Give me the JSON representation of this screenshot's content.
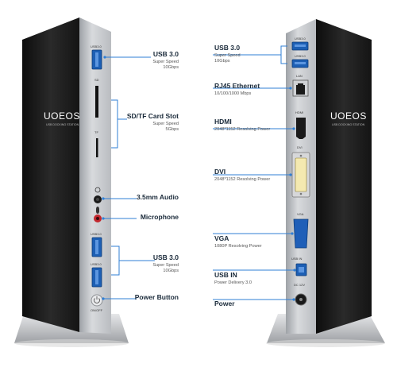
{
  "colors": {
    "accent": "#2f7fd6",
    "body_black": "#1b1b1b",
    "panel_silver": "#c9ccd0"
  },
  "device": {
    "brand": "UOEOS",
    "subtitle": "USB DOCKING STATION",
    "front_labels": {
      "usb_a": "USB3.0",
      "usb_b": "USB3.0",
      "sd": "SD",
      "tf": "TF",
      "onoff": "ON/OFF",
      "usb_c": "USB3.0",
      "usb_d": "USB3.0"
    },
    "back_labels": {
      "usb_a": "USB3.0",
      "usb_b": "USB3.0",
      "lan": "LAN",
      "hdmi": "HDMI",
      "dvi": "DVI",
      "vga": "VGA",
      "usbin": "USB IN",
      "dc": "DC 12V"
    }
  },
  "left_callouts": [
    {
      "title": "USB 3.0",
      "sub1": "Super Speed",
      "sub2": "10Gbps"
    },
    {
      "title": "SD/TF Card Stot",
      "sub1": "Super Speed",
      "sub2": "5Gbps"
    },
    {
      "title": "3.5mm Audio"
    },
    {
      "title": "Microphone"
    },
    {
      "title": "USB 3.0",
      "sub1": "Super Speed",
      "sub2": "10Gbps"
    },
    {
      "title": "Power Button"
    }
  ],
  "right_callouts": [
    {
      "title": "USB 3.0",
      "sub1": "Super Speed",
      "sub2": "10Gbps"
    },
    {
      "title": "RJ45 Ethernet",
      "sub1": "10/100/1000 Mbps"
    },
    {
      "title": "HDMI",
      "sub1": "2048*1152 Resolving Power"
    },
    {
      "title": "DVI",
      "sub1": "2048*1152 Resolving Power"
    },
    {
      "title": "VGA",
      "sub1": "1080P Resolving Power"
    },
    {
      "title": "USB IN",
      "sub1": "Power Delivery 3.0"
    },
    {
      "title": "Power"
    }
  ]
}
